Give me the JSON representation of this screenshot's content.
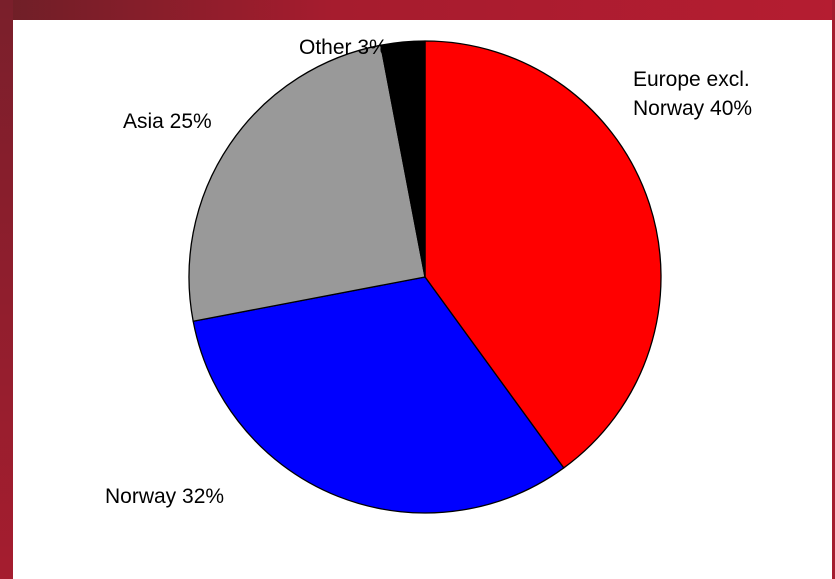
{
  "chart_data": {
    "type": "pie",
    "title": "",
    "start_angle_deg": 0,
    "direction": "clockwise",
    "slices": [
      {
        "name": "Europe excl. Norway",
        "value": 40,
        "color": "#ff0000",
        "label_lines": [
          "Europe excl.",
          "Norway 40%"
        ]
      },
      {
        "name": "Norway",
        "value": 32,
        "color": "#0000ff",
        "label_lines": [
          "Norway 32%"
        ]
      },
      {
        "name": "Asia",
        "value": 25,
        "color": "#999999",
        "label_lines": [
          "Asia 25%"
        ]
      },
      {
        "name": "Other",
        "value": 3,
        "color": "#000000",
        "label_lines": [
          "Other 3%"
        ]
      }
    ],
    "legend": "none",
    "frame_color": "#a51d2f"
  }
}
